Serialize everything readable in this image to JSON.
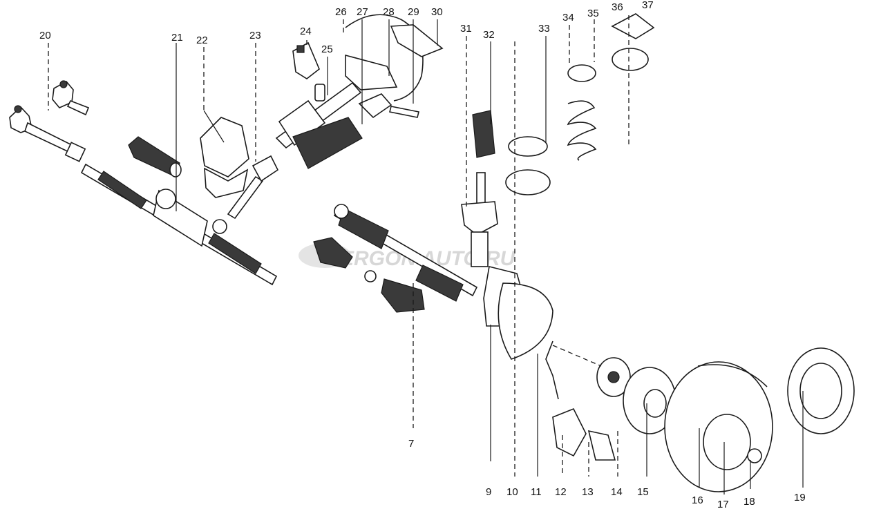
{
  "watermark": "ERGON AUTO.RU",
  "part_numbers": [
    "7",
    "9",
    "10",
    "11",
    "12",
    "13",
    "14",
    "15",
    "16",
    "17",
    "18",
    "19",
    "20",
    "21",
    "22",
    "23",
    "24",
    "25",
    "26",
    "27",
    "28",
    "29",
    "30",
    "31",
    "32",
    "33",
    "34",
    "35",
    "36",
    "37"
  ]
}
